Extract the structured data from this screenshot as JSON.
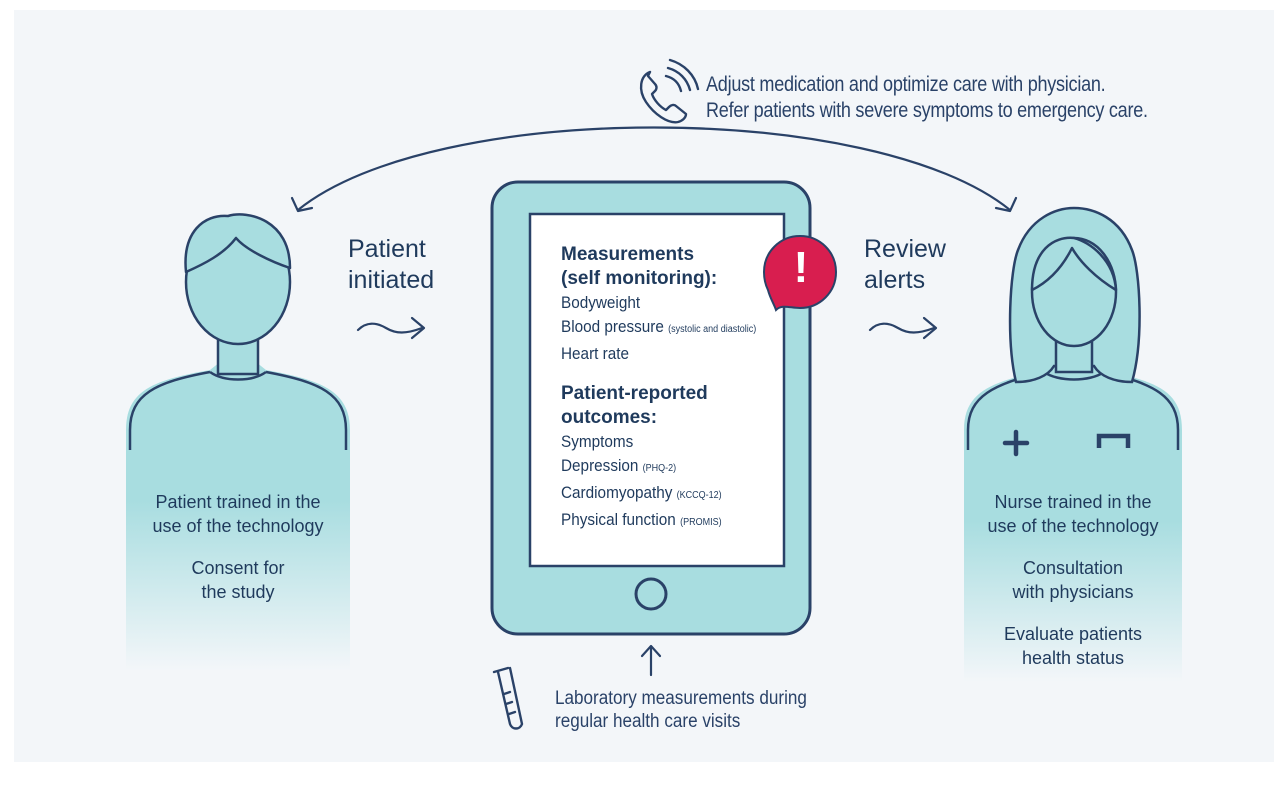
{
  "top_note": {
    "line1": "Adjust medication and optimize care with physician.",
    "line2": "Refer patients with severe symptoms to emergency care."
  },
  "flow": {
    "left_label_line1": "Patient",
    "left_label_line2": "initiated",
    "right_label_line1": "Review",
    "right_label_line2": "alerts"
  },
  "tablet": {
    "section1_title_line1": "Measurements",
    "section1_title_line2": "(self monitoring):",
    "section1_items": [
      {
        "text": "Bodyweight",
        "note": ""
      },
      {
        "text": "Blood pressure",
        "note": "(systolic and diastolic)"
      },
      {
        "text": "Heart rate",
        "note": ""
      }
    ],
    "section2_title_line1": "Patient-reported",
    "section2_title_line2": "outcomes:",
    "section2_items": [
      {
        "text": "Symptoms",
        "note": ""
      },
      {
        "text": "Depression",
        "note": "(PHQ-2)"
      },
      {
        "text": "Cardiomyopathy",
        "note": "(KCCQ-12)"
      },
      {
        "text": "Physical function",
        "note": "(PROMIS)"
      }
    ],
    "alert_symbol": "!"
  },
  "patient": {
    "line1": "Patient trained in the",
    "line2": "use of the technology",
    "line3": "Consent for",
    "line4": "the study"
  },
  "nurse": {
    "line1": "Nurse trained in the",
    "line2": "use of the technology",
    "line3": "Consultation",
    "line4": "with physicians",
    "line5": "Evaluate patients",
    "line6": "health status"
  },
  "bottom_note": {
    "line1": "Laboratory measurements during",
    "line2": "regular health care visits"
  },
  "colors": {
    "background": "#f3f6f9",
    "outline": "#2a4268",
    "fill_teal": "#a8dde0",
    "alert": "#d81e4f"
  },
  "icons": [
    "phone-icon",
    "test-tube-icon",
    "alert-bubble-icon"
  ]
}
